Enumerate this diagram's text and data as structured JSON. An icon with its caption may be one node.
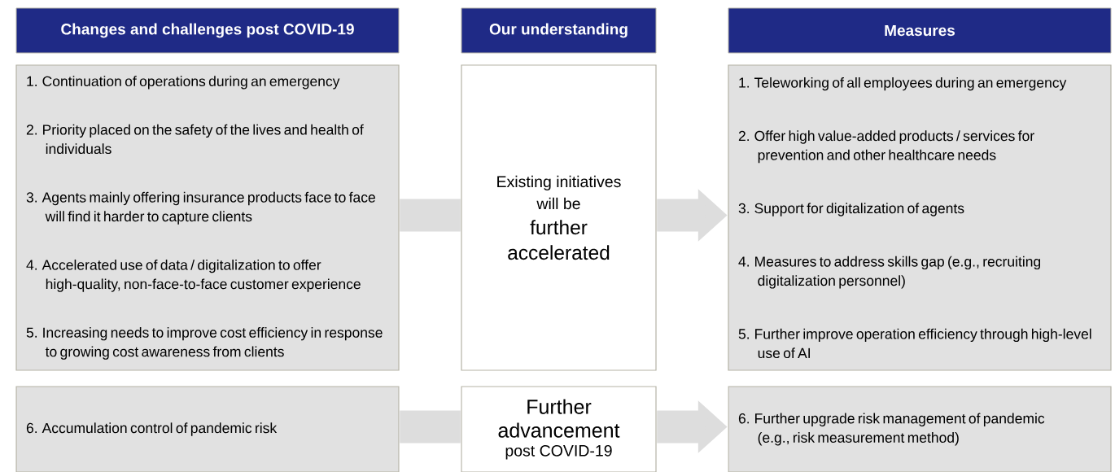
{
  "diagram": {
    "nodes": [
      {
        "text": [
          "Changes and challenges post COVID-19"
        ]
      },
      {
        "text": [
          "Our understanding"
        ]
      },
      {
        "text": [
          "Measures"
        ]
      },
      {
        "text": [
          "1. Continuation of operations during an emergency",
          "2. Priority placed on the safety of the lives and health of individuals",
          "3. Agents mainly offering insurance products face to face will find it harder to capture clients",
          "4. Accelerated use of data / digitalization to offer high-quality, non-face-to-face customer experience",
          "5. Increasing needs to improve cost efficiency in response to growing cost awareness from clients"
        ]
      },
      {
        "text": [
          "Existing initiatives will be",
          "further accelerated"
        ]
      },
      {
        "text": [
          "1. Teleworking of all employees during an emergency",
          "2. Offer high value-added products / services for prevention and other healthcare needs",
          "3. Support for digitalization of agents",
          "4. Measures to address skills gap (e.g., recruiting digitalization personnel)",
          "5. Further improve operation efficiency through high-level use of AI"
        ]
      },
      {
        "text": [
          "6. Accumulation control of pandemic risk"
        ]
      },
      {
        "text": [
          "Further advancement",
          "post COVID-19"
        ]
      },
      {
        "text": [
          "6. Further upgrade risk management of pandemic (e.g., risk measurement method)"
        ]
      }
    ],
    "edges": [
      {
        "from": 3,
        "to": 4,
        "arrow": "none"
      },
      {
        "from": 4,
        "to": 5,
        "arrow": "to"
      },
      {
        "from": 6,
        "to": 7,
        "arrow": "none"
      },
      {
        "from": 7,
        "to": 8,
        "arrow": "to"
      }
    ]
  }
}
